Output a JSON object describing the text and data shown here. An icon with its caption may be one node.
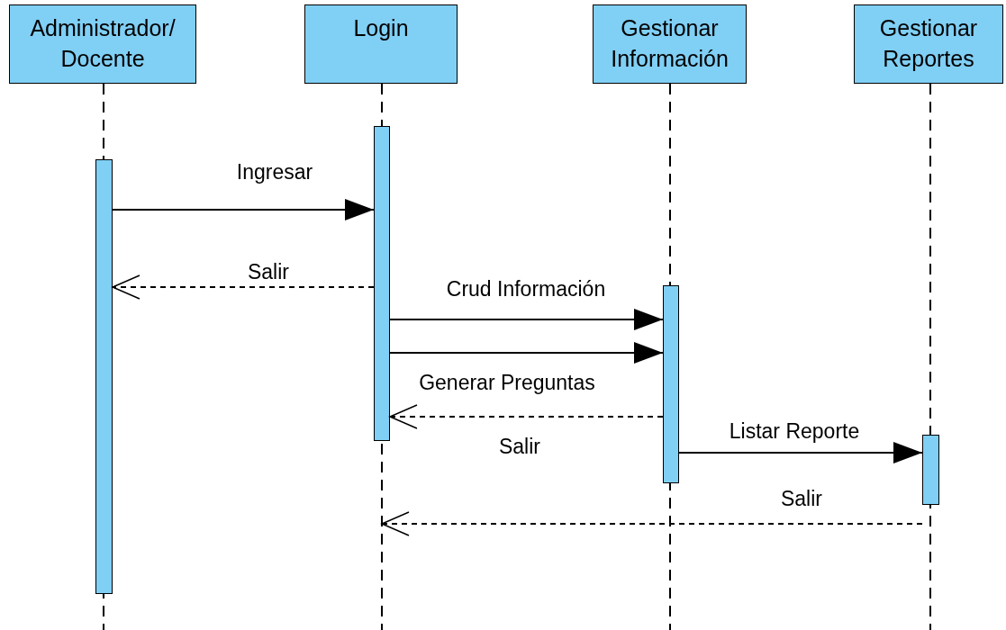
{
  "diagram": {
    "nodes": [
      {
        "text": [
          "Administrador/ Docente"
        ]
      },
      {
        "text": [
          "Login"
        ]
      },
      {
        "text": [
          "Gestionar Información"
        ]
      },
      {
        "text": [
          "Gestionar Reportes"
        ]
      },
      {
        "text": [],
        "shape": "bar"
      },
      {
        "text": [],
        "shape": "bar"
      },
      {
        "text": [],
        "shape": "bar"
      },
      {
        "text": [],
        "shape": "bar"
      }
    ],
    "edges": [
      {
        "from": 4,
        "to": 5,
        "arrow": "to",
        "label": "Ingresar"
      },
      {
        "from": 5,
        "to": 4,
        "arrow": "to",
        "label": "Salir",
        "style": "dashed"
      },
      {
        "from": 5,
        "to": 6,
        "arrow": "to",
        "label": "Crud Información"
      },
      {
        "from": 5,
        "to": 6,
        "arrow": "to",
        "label": "Generar Preguntas"
      },
      {
        "from": 6,
        "to": 5,
        "arrow": "to",
        "label": "Salir",
        "style": "dashed"
      },
      {
        "from": 6,
        "to": 7,
        "arrow": "to",
        "label": "Listar Reporte"
      },
      {
        "from": 7,
        "to": null,
        "arrow": "to",
        "label": "Salir",
        "style": "dashed"
      }
    ]
  }
}
